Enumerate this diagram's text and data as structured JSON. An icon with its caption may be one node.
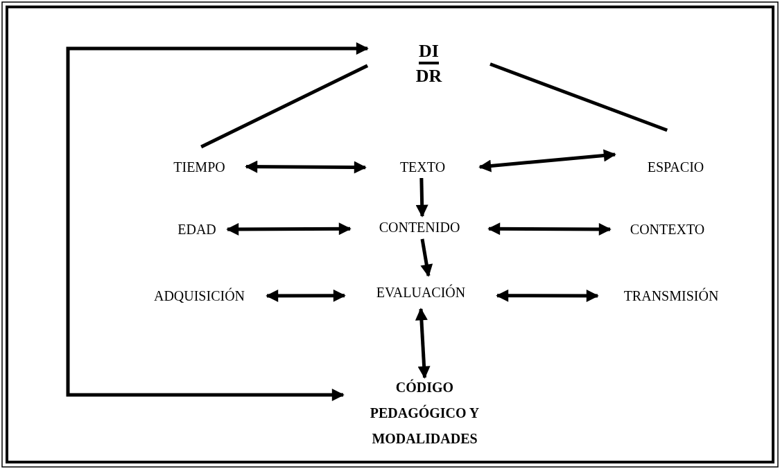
{
  "diagram": {
    "nodes": [
      {
        "text": [
          "DI",
          "DR"
        ]
      },
      {
        "text": [
          "TIEMPO"
        ]
      },
      {
        "text": [
          "TEXTO"
        ]
      },
      {
        "text": [
          "ESPACIO"
        ]
      },
      {
        "text": [
          "EDAD"
        ]
      },
      {
        "text": [
          "CONTENIDO"
        ]
      },
      {
        "text": [
          "CONTEXTO"
        ]
      },
      {
        "text": [
          "ADQUISICIÓN"
        ]
      },
      {
        "text": [
          "EVALUACIÓN"
        ]
      },
      {
        "text": [
          "TRANSMISIÓN"
        ]
      },
      {
        "text": [
          "CÓDIGO PEDAGÓGICO Y MODALIDADES"
        ]
      }
    ],
    "edges": [
      {
        "from": 1,
        "to": 0,
        "arrow": "none"
      },
      {
        "from": 3,
        "to": 0,
        "arrow": "none"
      },
      {
        "from": 1,
        "to": 2,
        "arrow": "both"
      },
      {
        "from": 2,
        "to": 3,
        "arrow": "both"
      },
      {
        "from": 2,
        "to": 5,
        "arrow": "to"
      },
      {
        "from": 4,
        "to": 5,
        "arrow": "both"
      },
      {
        "from": 5,
        "to": 6,
        "arrow": "both"
      },
      {
        "from": 5,
        "to": 8,
        "arrow": "to"
      },
      {
        "from": 7,
        "to": 8,
        "arrow": "both"
      },
      {
        "from": 8,
        "to": 9,
        "arrow": "both"
      },
      {
        "from": 8,
        "to": 10,
        "arrow": "both"
      },
      {
        "from": 10,
        "to": 0,
        "arrow": "both"
      }
    ]
  }
}
